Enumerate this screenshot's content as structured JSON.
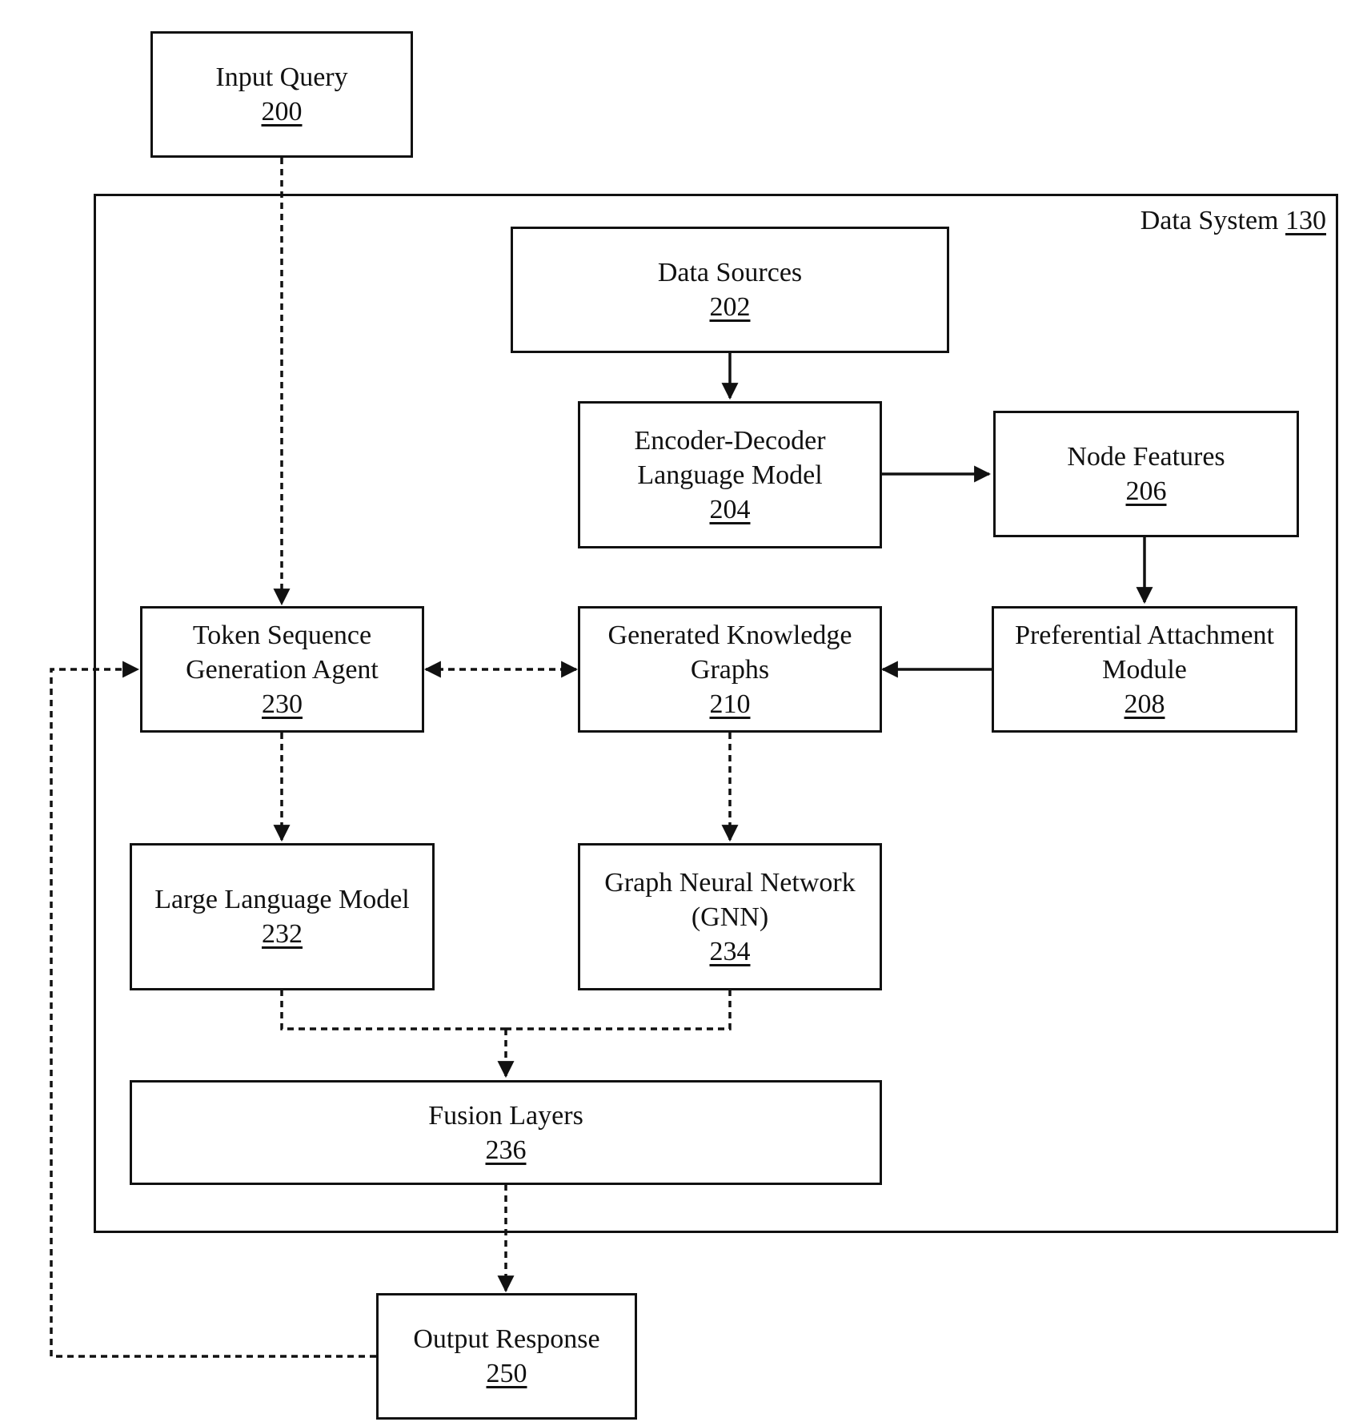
{
  "data_system": {
    "label": "Data System",
    "number": "130"
  },
  "nodes": {
    "input_query": {
      "lines": [
        "Input Query"
      ],
      "number": "200"
    },
    "data_sources": {
      "lines": [
        "Data Sources"
      ],
      "number": "202"
    },
    "encoder_decoder": {
      "lines": [
        "Encoder-Decoder",
        "Language Model"
      ],
      "number": "204"
    },
    "node_features": {
      "lines": [
        "Node Features"
      ],
      "number": "206"
    },
    "token_agent": {
      "lines": [
        "Token Sequence",
        "Generation Agent"
      ],
      "number": "230"
    },
    "knowledge_graphs": {
      "lines": [
        "Generated Knowledge",
        "Graphs"
      ],
      "number": "210"
    },
    "preferential_attachment": {
      "lines": [
        "Preferential Attachment",
        "Module"
      ],
      "number": "208"
    },
    "llm": {
      "lines": [
        "Large Language Model"
      ],
      "number": "232"
    },
    "gnn": {
      "lines": [
        "Graph Neural Network",
        "(GNN)"
      ],
      "number": "234"
    },
    "fusion_layers": {
      "lines": [
        "Fusion Layers"
      ],
      "number": "236"
    },
    "output_response": {
      "lines": [
        "Output Response"
      ],
      "number": "250"
    }
  },
  "edges": [
    {
      "from": "input_query",
      "to": "token_agent",
      "style": "dashed"
    },
    {
      "from": "data_sources",
      "to": "encoder_decoder",
      "style": "solid"
    },
    {
      "from": "encoder_decoder",
      "to": "node_features",
      "style": "solid"
    },
    {
      "from": "node_features",
      "to": "preferential_attachment",
      "style": "solid"
    },
    {
      "from": "preferential_attachment",
      "to": "knowledge_graphs",
      "style": "solid"
    },
    {
      "from": "token_agent",
      "to": "knowledge_graphs",
      "style": "dashed",
      "bidirectional": true
    },
    {
      "from": "token_agent",
      "to": "llm",
      "style": "dashed"
    },
    {
      "from": "knowledge_graphs",
      "to": "gnn",
      "style": "dashed"
    },
    {
      "from": "llm",
      "to": "fusion_layers",
      "style": "dashed"
    },
    {
      "from": "gnn",
      "to": "fusion_layers",
      "style": "dashed"
    },
    {
      "from": "fusion_layers",
      "to": "output_response",
      "style": "dashed"
    },
    {
      "from": "output_response",
      "to": "token_agent",
      "style": "dashed"
    }
  ]
}
